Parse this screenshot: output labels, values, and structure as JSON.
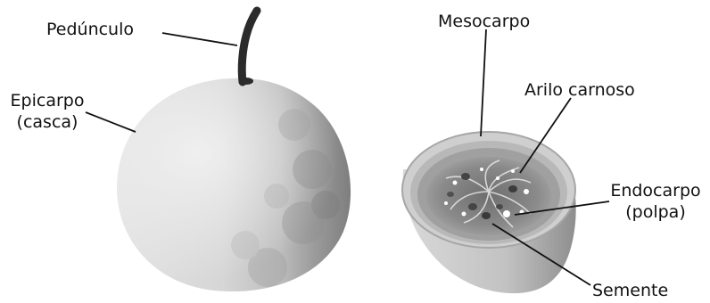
{
  "labels": {
    "peduncle": "Pedúnculo",
    "epicarp_line1": "Epicarpo",
    "epicarp_line2": "(casca)",
    "mesocarp": "Mesocarpo",
    "aril": "Arilo carnoso",
    "endocarp_line1": "Endocarpo",
    "endocarp_line2": "(polpa)",
    "seed": "Semente"
  },
  "colors": {
    "leader_line": "#111111",
    "stem": "#2b2b2b",
    "peel_light": "#dedede",
    "peel_dark": "#8c8c8c",
    "cut_face": "#c9c9c9",
    "pulp": "#7a7a7a"
  }
}
